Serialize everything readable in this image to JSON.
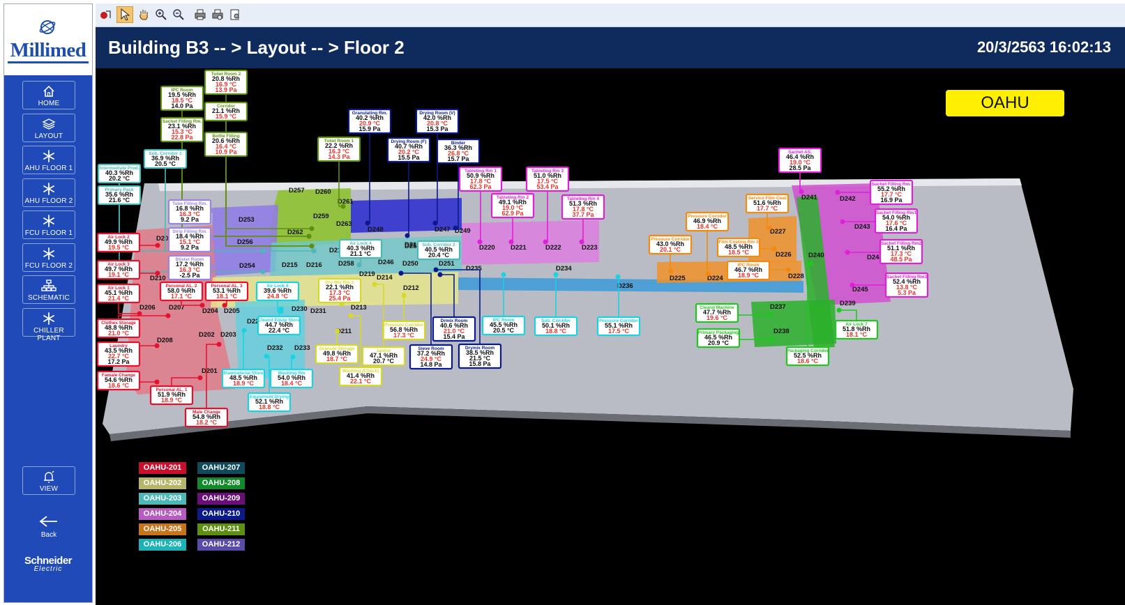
{
  "app": {
    "brand": "Millimed",
    "vendor_line1": "Schneider",
    "vendor_line2": "Electric"
  },
  "header": {
    "title": "Building B3 -- > Layout -- > Floor 2",
    "datetime": "20/3/2563 16:02:13"
  },
  "toolbar": {
    "tools": [
      "exit-tool-icon",
      "select-pointer-icon",
      "pan-hand-icon",
      "zoom-in-icon",
      "zoom-out-icon",
      "print-icon",
      "print-preview-icon",
      "page-setup-icon"
    ]
  },
  "nav": {
    "home": "HOME",
    "layout": "LAYOUT",
    "ahu1": "AHU FLOOR 1",
    "ahu2": "AHU FLOOR 2",
    "fcu1": "FCU FLOOR 1",
    "fcu2": "FCU FLOOR 2",
    "schematic": "SCHEMATIC",
    "chiller": "CHILLER PLANT",
    "view": "VIEW",
    "back": "Back"
  },
  "unit_label": "OAHU",
  "colors": {
    "oahu201": "#c8102e",
    "oahu202": "#b6b56a",
    "oahu203": "#4cb8b8",
    "oahu204": "#b65bbf",
    "oahu205": "#c8751a",
    "oahu206": "#1bb3b8",
    "oahu207": "#0f4b5c",
    "oahu208": "#128a2a",
    "oahu209": "#6a0f7a",
    "oahu210": "#0a1a8a",
    "oahu211": "#5e8f10",
    "oahu212": "#5b4aa8"
  },
  "legend": [
    {
      "label": "OAHU-201",
      "color": "#c8102e"
    },
    {
      "label": "OAHU-207",
      "color": "#0f4b5c"
    },
    {
      "label": "OAHU-202",
      "color": "#b6b56a"
    },
    {
      "label": "OAHU-208",
      "color": "#128a2a"
    },
    {
      "label": "OAHU-203",
      "color": "#4cb8b8"
    },
    {
      "label": "OAHU-209",
      "color": "#6a0f7a"
    },
    {
      "label": "OAHU-204",
      "color": "#b65bbf"
    },
    {
      "label": "OAHU-210",
      "color": "#0a1a8a"
    },
    {
      "label": "OAHU-205",
      "color": "#c8751a"
    },
    {
      "label": "OAHU-211",
      "color": "#5e8f10"
    },
    {
      "label": "OAHU-206",
      "color": "#1bb3b8"
    },
    {
      "label": "OAHU-212",
      "color": "#5b4aa8"
    }
  ],
  "rooms": [
    "D257",
    "D260",
    "D261",
    "D259",
    "D263",
    "D262",
    "D253",
    "D256",
    "D254",
    "D209",
    "D210",
    "D217",
    "D215",
    "D216",
    "D258",
    "D219",
    "D246",
    "D248",
    "D252",
    "D247",
    "D249",
    "D218",
    "D250",
    "D251",
    "D214",
    "D212",
    "D235",
    "D220",
    "D221",
    "D222",
    "D223",
    "D234",
    "D236",
    "D225",
    "D224",
    "D227",
    "D226",
    "D228",
    "D241",
    "D242",
    "D243",
    "D244",
    "D245",
    "D240",
    "D239",
    "D237",
    "D238",
    "D206",
    "D207",
    "D204",
    "D205",
    "D208",
    "D202",
    "D203",
    "D201",
    "D229",
    "D230",
    "D231",
    "D213",
    "D211",
    "D232",
    "D233"
  ],
  "sensors": [
    {
      "name": "Toilet Room 2",
      "l1": "20.8 %Rh",
      "l2": "16.9 °C",
      "l3": "13.9 Pa",
      "c": "#5e8f10"
    },
    {
      "name": "IPC Room",
      "l1": "19.5 %Rh",
      "l2": "18.5 °C",
      "l3": "14.0 Pa",
      "c": "#5e8f10"
    },
    {
      "name": "Corridor",
      "l1": "21.1 %Rh",
      "l2": "15.9 °C",
      "l3": "",
      "c": "#5e8f10"
    },
    {
      "name": "Sachet Filling Rm.",
      "l1": "23.1 %Rh",
      "l2": "15.3 °C",
      "l3": "22.8 Pa",
      "c": "#5e8f10"
    },
    {
      "name": "Bottle Filling",
      "l1": "20.6 %Rh",
      "l2": "16.4 °C",
      "l3": "10.9 Pa",
      "c": "#5e8f10"
    },
    {
      "name": "Sub. Corridor 1",
      "l1": "36.9 %Rh",
      "l2": "20.5 °C",
      "l3": "",
      "c": "#4cb8b8"
    },
    {
      "name": "Intermediate Prod.",
      "l1": "40.3 %Rh",
      "l2": "20.2 °C",
      "l3": "",
      "c": "#4cb8b8"
    },
    {
      "name": "Primary Pack",
      "l1": "35.6 %Rh",
      "l2": "21.6 °C",
      "l3": "",
      "c": "#4cb8b8"
    },
    {
      "name": "Toilet Room 1",
      "l1": "22.2 %Rh",
      "l2": "16.3 °C",
      "l3": "14.3 Pa",
      "c": "#5e8f10"
    },
    {
      "name": "Granulating Rm.",
      "l1": "40.2 %Rh",
      "l2": "20.9 °C",
      "l3": "15.9 Pa",
      "c": "#0a1a8a"
    },
    {
      "name": "Drying Room (V)",
      "l1": "42.0 %Rh",
      "l2": "20.8 °C",
      "l3": "15.3 Pa",
      "c": "#0a1a8a"
    },
    {
      "name": "Drying Room (F)",
      "l1": "40.7 %Rh",
      "l2": "20.2 °C",
      "l3": "15.5 Pa",
      "c": "#0a1a8a"
    },
    {
      "name": "Binder",
      "l1": "36.3 %Rh",
      "l2": "26.8 °C",
      "l3": "15.7 Pa",
      "c": "#0a1a8a"
    },
    {
      "name": "Tableting Rm 1",
      "l1": "50.9 %Rh",
      "l2": "17.8 °C",
      "l3": "62.3 Pa",
      "c": "#e01fd8"
    },
    {
      "name": "Tableting Rm 3",
      "l1": "51.0 %Rh",
      "l2": "17.5 °C",
      "l3": "53.4 Pa",
      "c": "#e01fd8"
    },
    {
      "name": "Tableting Rm 2",
      "l1": "49.1 %Rh",
      "l2": "19.0 °C",
      "l3": "62.9 Pa",
      "c": "#e01fd8"
    },
    {
      "name": "Tableting Rm 4",
      "l1": "51.3 %Rh",
      "l2": "17.8 °C",
      "l3": "37.7 Pa",
      "c": "#e01fd8"
    },
    {
      "name": "Sachet AS.",
      "l1": "46.4 %Rh",
      "l2": "19.0 °C",
      "l3": "28.5 Pa",
      "c": "#e01fd8"
    },
    {
      "name": "Sachet Filling Rm.",
      "l1": "55.2 %Rh",
      "l2": "17.7 °C",
      "l3": "16.9 Pa",
      "c": "#e01fd8"
    },
    {
      "name": "Sachet Filling Rm1",
      "l1": "54.0 %Rh",
      "l2": "17.6 °C",
      "l3": "16.4 Pa",
      "c": "#e01fd8"
    },
    {
      "name": "Sachet Filling Rm2",
      "l1": "51.1 %Rh",
      "l2": "17.3 °C",
      "l3": "48.5 Pa",
      "c": "#e01fd8"
    },
    {
      "name": "Sachet Filling Rm3",
      "l1": "52.4 %Rh",
      "l2": "13.8 °C",
      "l3": "5.3 Pa",
      "c": "#e01fd8"
    },
    {
      "name": "Service Film Coat",
      "l1": "51.6 %Rh",
      "l2": "17.7 °C",
      "l3": "",
      "c": "#f28a10"
    },
    {
      "name": "Pressure Corridor",
      "l1": "46.9 %Rh",
      "l2": "18.4 °C",
      "l3": "",
      "c": "#f28a10"
    },
    {
      "name": "Pressure Corridor",
      "l1": "43.0 %Rh",
      "l2": "20.1 °C",
      "l3": "",
      "c": "#f28a10"
    },
    {
      "name": "Film Coating Rm 3",
      "l1": "48.5 %Rh",
      "l2": "18.5 °C",
      "l3": "",
      "c": "#f28a10"
    },
    {
      "name": "IPC Room",
      "l1": "46.7 %Rh",
      "l2": "18.9 °C",
      "l3": "",
      "c": "#f28a10"
    },
    {
      "name": "Tube Filling Rm.",
      "l1": "16.8 %Rh",
      "l2": "16.3 °C",
      "l3": "9.2 Pa",
      "c": "#9a86e0"
    },
    {
      "name": "Strip Filling Rm.",
      "l1": "18.4 %Rh",
      "l2": "15.1 °C",
      "l3": "9.2 Pa",
      "c": "#9a86e0"
    },
    {
      "name": "Blister Room",
      "l1": "17.2 %Rh",
      "l2": "16.3 °C",
      "l3": "-2.5 Pa",
      "c": "#9a86e0"
    },
    {
      "name": "Air Lock 2",
      "l1": "49.9 %Rh",
      "l2": "19.5 °C",
      "l3": "",
      "c": "#e8112d"
    },
    {
      "name": "Air Lock 3",
      "l1": "49.7 %Rh",
      "l2": "19.1 °C",
      "l3": "",
      "c": "#e8112d"
    },
    {
      "name": "Air Lock 1",
      "l1": "45.1 %Rh",
      "l2": "21.4 °C",
      "l3": "",
      "c": "#e8112d"
    },
    {
      "name": "Personal AL. 2",
      "l1": "58.0 %Rh",
      "l2": "17.1 °C",
      "l3": "",
      "c": "#e8112d"
    },
    {
      "name": "Personal AL. 3",
      "l1": "53.1 %Rh",
      "l2": "18.1 °C",
      "l3": "",
      "c": "#e8112d"
    },
    {
      "name": "Clothes Storage",
      "l1": "48.8 %Rh",
      "l2": "21.0 °C",
      "l3": "",
      "c": "#e8112d"
    },
    {
      "name": "Laundry",
      "l1": "43.5 %Rh",
      "l2": "22.7 °C",
      "l3": "17.2 Pa",
      "c": "#e8112d"
    },
    {
      "name": "Famale Change",
      "l1": "54.6 %Rh",
      "l2": "18.6 °C",
      "l3": "",
      "c": "#e8112d"
    },
    {
      "name": "Personal AL. 1",
      "l1": "51.9 %Rh",
      "l2": "18.9 °C",
      "l3": "",
      "c": "#e8112d"
    },
    {
      "name": "Male Change",
      "l1": "54.8 %Rh",
      "l2": "18.2 °C",
      "l3": "",
      "c": "#e8112d"
    },
    {
      "name": "Air Lock 4",
      "l1": "40.3 %Rh",
      "l2": "21.1 °C",
      "l3": "",
      "c": "#4cb8b8"
    },
    {
      "name": "Sub. Corridor 2",
      "l1": "40.5 %Rh",
      "l2": "20.4 °C",
      "l3": "",
      "c": "#4cb8b8"
    },
    {
      "name": "Air Lock 6",
      "l1": "39.6 %Rh",
      "l2": "24.8 °C",
      "l3": "",
      "c": "#1bd3e0"
    },
    {
      "name": "Dry Mix Rm.1",
      "l1": "22.1 %Rh",
      "l2": "17.3 °C",
      "l3": "25.4 Pa",
      "c": "#d8d82a"
    },
    {
      "name": "Cleand Equip Store",
      "l1": "44.7 %Rh",
      "l2": "22.4 °C",
      "l3": "",
      "c": "#1bd3e0"
    },
    {
      "name": "Pressure Corridor",
      "l1": "56.8 %Rh",
      "l2": "17.3 °C",
      "l3": "",
      "c": "#d8d82a"
    },
    {
      "name": "Drmix Room",
      "l1": "40.6 %Rh",
      "l2": "21.0 °C",
      "l3": "15.4 Pa",
      "c": "#0a1a8a"
    },
    {
      "name": "IPC Room",
      "l1": "45.5 %Rh",
      "l2": "20.5 °C",
      "l3": "",
      "c": "#1bd3e0"
    },
    {
      "name": "Sub. Corridor",
      "l1": "50.1 %Rh",
      "l2": "18.8 °C",
      "l3": "",
      "c": "#1bd3e0"
    },
    {
      "name": "Pressure Corridor",
      "l1": "55.1 %Rh",
      "l2": "17.5 °C",
      "l3": "",
      "c": "#1bd3e0"
    },
    {
      "name": "Granule Storage",
      "l1": "49.8 %Rh",
      "l2": "18.7 °C",
      "l3": "",
      "c": "#d8d82a"
    },
    {
      "name": "Janitor",
      "l1": "47.1 %Rh",
      "l2": "20.7 °C",
      "l3": "",
      "c": "#d8d82a"
    },
    {
      "name": "Sieve Room",
      "l1": "37.2 %Rh",
      "l2": "24.9 °C",
      "l3": "14.8 Pa",
      "c": "#0a1a8a"
    },
    {
      "name": "Drymix Room",
      "l1": "38.5 %Rh",
      "l2": "21.5 °C",
      "l3": "15.8 Pa",
      "c": "#0a1a8a"
    },
    {
      "name": "Washing (Check)",
      "l1": "41.4 %Rh",
      "l2": "22.1 °C",
      "l3": "",
      "c": "#d8d82a"
    },
    {
      "name": "Rawmaterial Store",
      "l1": "48.5 %Rh",
      "l2": "18.9 °C",
      "l3": "",
      "c": "#1bd3e0"
    },
    {
      "name": "Washing Rm",
      "l1": "54.0 %Rh",
      "l2": "18.4 °C",
      "l3": "",
      "c": "#1bd3e0"
    },
    {
      "name": "Equipment Drying",
      "l1": "52.1 %Rh",
      "l2": "18.8 °C",
      "l3": "",
      "c": "#1bd3e0"
    },
    {
      "name": "Cleand Machine",
      "l1": "47.7 %Rh",
      "l2": "19.6 °C",
      "l3": "",
      "c": "#1ec81e"
    },
    {
      "name": "Primary Packaging",
      "l1": "46.5 %Rh",
      "l2": "20.9 °C",
      "l3": "",
      "c": "#1ec81e"
    },
    {
      "name": "Packaging Corridor",
      "l1": "52.5 %Rh",
      "l2": "18.6 °C",
      "l3": "",
      "c": "#1ec81e"
    },
    {
      "name": "Air Lock 7",
      "l1": "51.8 %Rh",
      "l2": "18.1 °C",
      "l3": "",
      "c": "#1ec81e"
    }
  ]
}
